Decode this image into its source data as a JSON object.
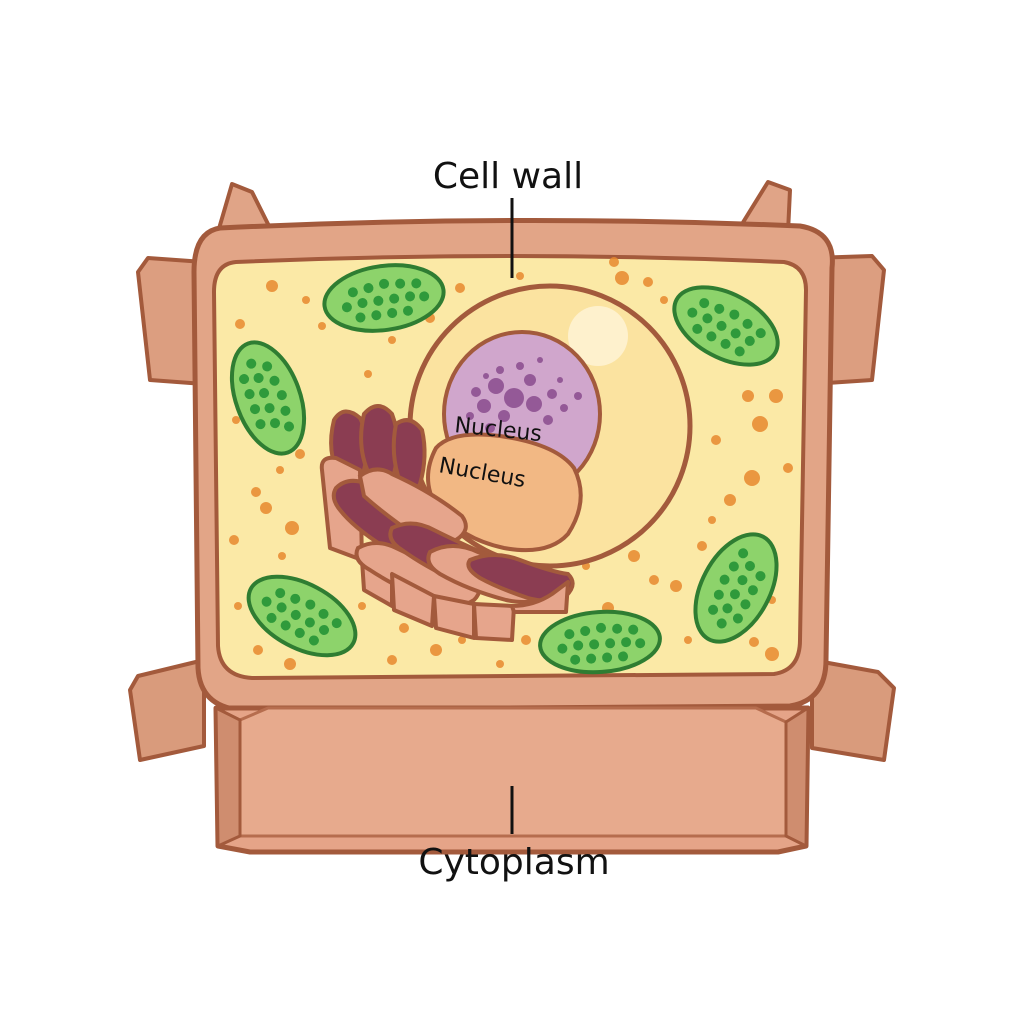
{
  "labels": {
    "top": "Cell wall",
    "bottom": "Cytoplasm",
    "nucleus_upper": "Nucleus",
    "nucleus_lower": "Nucleus"
  },
  "colors": {
    "cell_wall": "#dea184",
    "cell_wall_dark": "#c98a6e",
    "outline": "#a35a3c",
    "cytoplasm": "#fbe8a4",
    "granule": "#e8892f",
    "chloroplast": "#8dd36b",
    "chloroplast_dot": "#2f9a3b",
    "nucleus_envelope": "#fbe4a0",
    "nucleolus": "#c79ac4",
    "golgi": "#8b3d52",
    "golgi_light": "#e6a58c",
    "nucleus_lower_fill": "#f2b884"
  }
}
